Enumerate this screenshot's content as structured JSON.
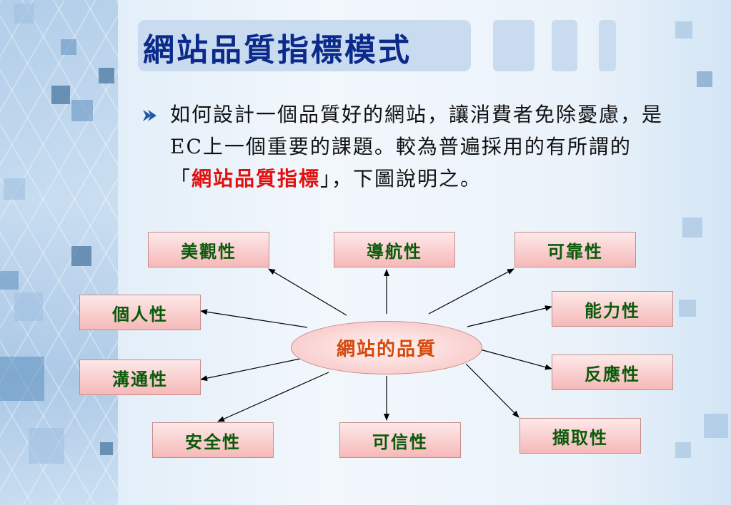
{
  "title": "網站品質指標模式",
  "paragraph": {
    "before": "如何設計一個品質好的網站，讓消費者免除憂慮，是EC上一個重要的課題。較為普遍採用的有所謂的「",
    "highlight": "網站品質指標",
    "after": "」，下圖說明之。"
  },
  "diagram": {
    "center": "網站的品質",
    "nodes": {
      "aesthetics": "美觀性",
      "navigation": "導航性",
      "reliability": "可靠性",
      "personalization": "個人性",
      "capability": "能力性",
      "communication": "溝通性",
      "responsiveness": "反應性",
      "security": "安全性",
      "credibility": "可信性",
      "accessibility": "擷取性"
    },
    "colors": {
      "node_text": "#0a5a0a",
      "center_text": "#d4480c",
      "highlight": "#e01010",
      "title": "#0b2a8c"
    }
  }
}
